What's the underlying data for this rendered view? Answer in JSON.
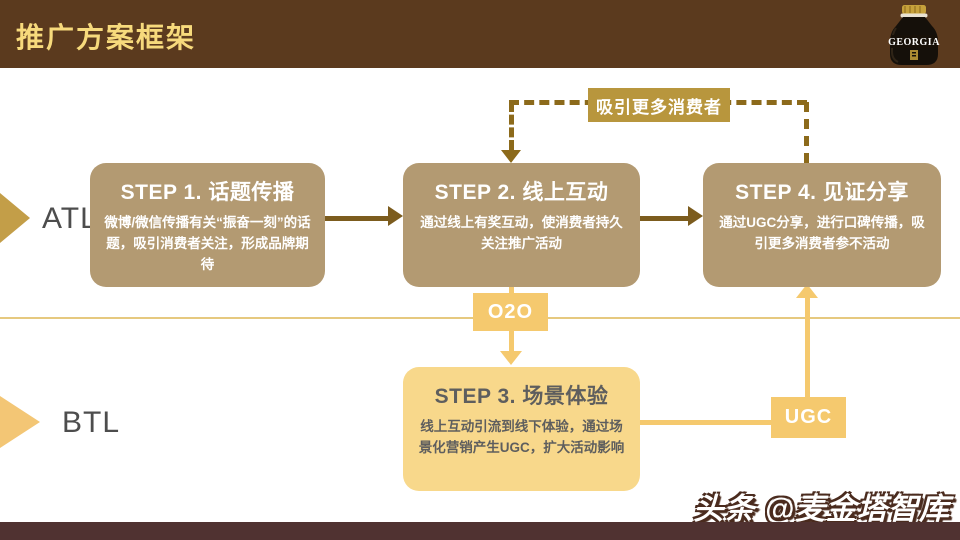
{
  "slide_title": "推广方案框架",
  "product": {
    "brand": "GEORGIA"
  },
  "lanes": {
    "atl": "ATL",
    "btl": "BTL"
  },
  "loop_badge": "吸引更多消费者",
  "steps": [
    {
      "title": "STEP 1. 话题传播",
      "body": "微博/微信传播有关“振奋一刻”的话题，吸引消费者关注，形成品牌期待"
    },
    {
      "title": "STEP 2. 线上互动",
      "body": "通过线上有奖互动，使消费者持久关注推广活动"
    },
    {
      "title": "STEP 3. 场景体验",
      "body": "线上互动引流到线下体验，通过场景化营销产生UGC，扩大活动影响"
    },
    {
      "title": "STEP 4. 见证分享",
      "body": "通过UGC分享，进行口碑传播，吸引更多消费者参不活动"
    }
  ],
  "connectors": {
    "o2o": "O2O",
    "ugc": "UGC"
  },
  "watermark": "头条 @麦金塔智库",
  "colors": {
    "header_brown": "#5B3A1E",
    "title_gold": "#F7DA7C",
    "box_tan": "#B39A72",
    "step3_gold": "#F8D88B",
    "light_gold": "#F5C96E",
    "loop_badge_gold": "#B8963D",
    "solid_arrow_brown": "#7C5C1E",
    "dashed_brown": "#8C6A1B",
    "bottom_bar": "#503231"
  }
}
